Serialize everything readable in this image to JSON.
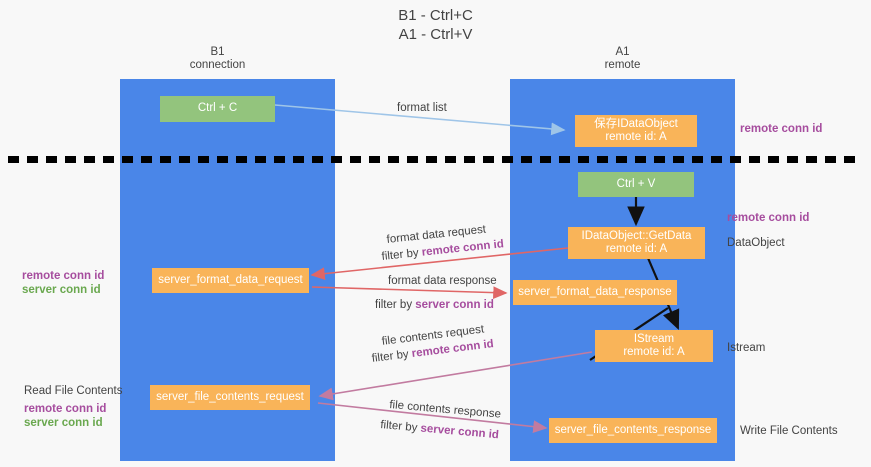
{
  "title": {
    "line1": "B1 - Ctrl+C",
    "line2": "A1 - Ctrl+V"
  },
  "lanes": [
    {
      "id": "b1",
      "name": "B1",
      "role": "connection",
      "color": "#4a86e8"
    },
    {
      "id": "a1",
      "name": "A1",
      "role": "remote",
      "color": "#4a86e8"
    }
  ],
  "nodes": {
    "ctrl_c": {
      "label": "Ctrl + C",
      "sub": "",
      "color": "#93c47d"
    },
    "ctrl_v": {
      "label": "Ctrl + V",
      "sub": "",
      "color": "#93c47d"
    },
    "save_idataobject": {
      "label": "保存IDataObject",
      "sub": "remote id: A",
      "color": "#f9b459"
    },
    "getdata": {
      "label": "IDataObject::GetData",
      "sub": "remote id: A",
      "color": "#f9b459"
    },
    "istream": {
      "label": "IStream",
      "sub": "remote id: A",
      "color": "#f9b459"
    },
    "fmt_req": {
      "label": "server_format_data_request",
      "sub": "",
      "color": "#f9b459"
    },
    "fmt_resp": {
      "label": "server_format_data_response",
      "sub": "",
      "color": "#f9b459"
    },
    "file_req": {
      "label": "server_file_contents_request",
      "sub": "",
      "color": "#f9b459"
    },
    "file_resp": {
      "label": "server_file_contents_response",
      "sub": "",
      "color": "#f9b459"
    }
  },
  "edge_labels": {
    "format_list": "format list",
    "fmt_data_request": "format data request",
    "fmt_filter_prefix": "filter by ",
    "fmt_filter_key": "remote conn id",
    "fmt_data_response": "format data response",
    "fmt_resp_prefix": "filter by ",
    "fmt_resp_key": "server conn id",
    "file_request": "file contents request",
    "file_req_prefix": "filter by ",
    "file_req_key": "remote conn id",
    "file_response": "file contents response",
    "file_resp_prefix": "filter by ",
    "file_resp_key": "server conn id"
  },
  "annotations": {
    "right_remote_conn_top": "remote conn id",
    "right_remote_conn_mid": "remote conn id",
    "right_dataobject": "DataObject",
    "right_istream": "Istream",
    "right_write_file": "Write File Contents",
    "left_remote_conn": "remote conn id",
    "left_server_conn": "server conn id",
    "left_read_file": "Read File Contents",
    "left_remote_conn2": "remote conn id",
    "left_server_conn2": "server conn id"
  },
  "colors": {
    "lane": "#4a86e8",
    "green_box": "#93c47d",
    "orange_box": "#f9b459",
    "purple_text": "#a64d9e",
    "green_text": "#6aa84f",
    "red_arrow": "#e06666",
    "purple_arrow": "#c27ba0",
    "blue_arrow": "#9fc5e8",
    "black_arrow": "#000000",
    "background": "#f8f8f8"
  }
}
